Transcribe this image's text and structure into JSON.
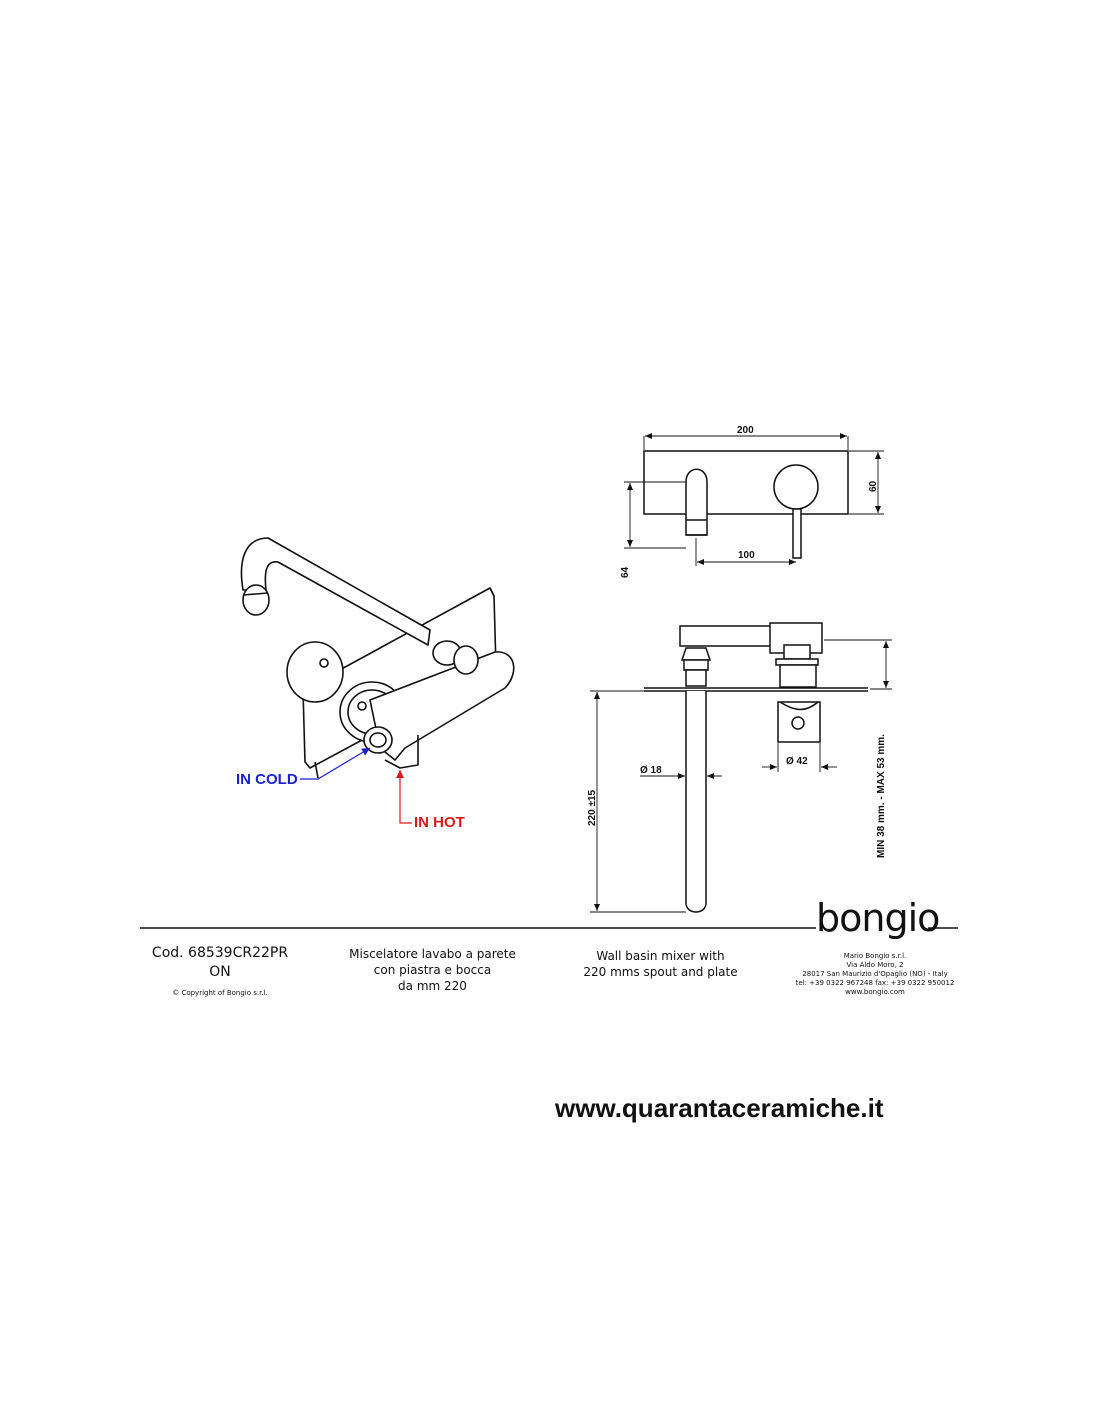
{
  "dimensions": {
    "plate_width": "200",
    "plate_height": "60",
    "spout_to_lever": "100",
    "spout_drop": "64",
    "spout_diameter": "Ø 18",
    "handle_diameter": "Ø 42",
    "spout_length": "220 ±15",
    "wall_depth": "MIN 38 mm. - MAX 53 mm."
  },
  "labels": {
    "in_cold": "IN COLD",
    "in_hot": "IN HOT",
    "cold_color": "#1d22c9",
    "hot_color": "#d91a1a"
  },
  "title_block": {
    "code_line1": "Cod. 68539CR22PR",
    "code_line2": "ON",
    "copyright": "© Copyright of Bongio s.r.l.",
    "desc_it_line1": "Miscelatore lavabo a parete",
    "desc_it_line2": "con piastra e bocca",
    "desc_it_line3": "da mm 220",
    "desc_en_line1": "Wall basin mixer with",
    "desc_en_line2": "220 mms spout and plate"
  },
  "company": {
    "logo_text": "bongio",
    "name": "Mario Bongio s.r.l.",
    "address1": "Via Aldo Moro, 2",
    "address2": "28017 San Maurizio d'Opaglio (NO) - Italy",
    "phone": "tel: +39 0322 967248    fax: +39 0322 950012",
    "web": "www.bongio.com"
  },
  "footer": {
    "website": "www.quarantaceramiche.it"
  }
}
